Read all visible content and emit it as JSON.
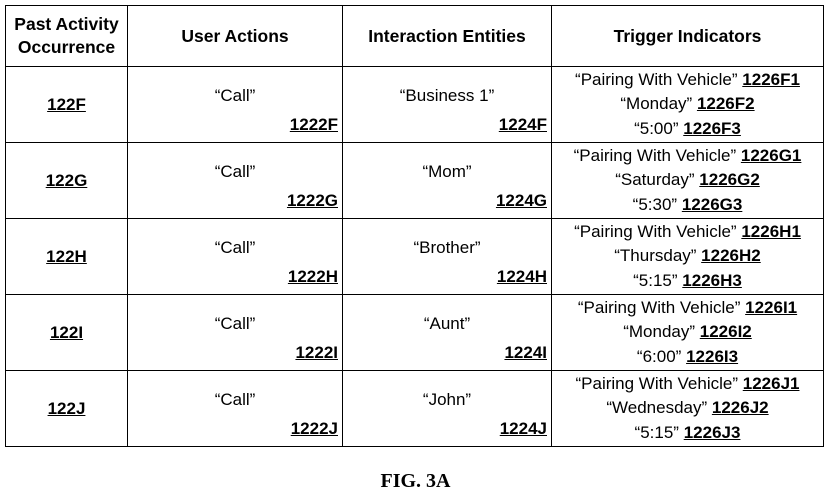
{
  "table": {
    "headers": [
      "Past Activity Occurrence",
      "User Actions",
      "Interaction Entities",
      "Trigger Indicators"
    ],
    "rows": [
      {
        "occurrence": "122F",
        "action": "“Call”",
        "action_ref": "1222F",
        "entity": "“Business 1”",
        "entity_ref": "1224F",
        "triggers": [
          {
            "text": "“Pairing With Vehicle”",
            "ref": "1226F1"
          },
          {
            "text": "“Monday”",
            "ref": "1226F2"
          },
          {
            "text": "“5:00”",
            "ref": "1226F3"
          }
        ]
      },
      {
        "occurrence": "122G",
        "action": "“Call”",
        "action_ref": "1222G",
        "entity": "“Mom”",
        "entity_ref": "1224G",
        "triggers": [
          {
            "text": "“Pairing With Vehicle”",
            "ref": "1226G1"
          },
          {
            "text": "“Saturday”",
            "ref": "1226G2"
          },
          {
            "text": "“5:30”",
            "ref": "1226G3"
          }
        ]
      },
      {
        "occurrence": "122H",
        "action": "“Call”",
        "action_ref": "1222H",
        "entity": "“Brother”",
        "entity_ref": "1224H",
        "triggers": [
          {
            "text": "“Pairing With Vehicle”",
            "ref": "1226H1"
          },
          {
            "text": "“Thursday”",
            "ref": "1226H2"
          },
          {
            "text": "“5:15”",
            "ref": "1226H3"
          }
        ]
      },
      {
        "occurrence": "122I",
        "action": "“Call”",
        "action_ref": "1222I",
        "entity": "“Aunt”",
        "entity_ref": "1224I",
        "triggers": [
          {
            "text": "“Pairing With Vehicle”",
            "ref": "1226I1"
          },
          {
            "text": "“Monday”",
            "ref": "1226I2"
          },
          {
            "text": "“6:00”",
            "ref": "1226I3"
          }
        ]
      },
      {
        "occurrence": "122J",
        "action": "“Call”",
        "action_ref": "1222J",
        "entity": "“John”",
        "entity_ref": "1224J",
        "triggers": [
          {
            "text": "“Pairing With Vehicle”",
            "ref": "1226J1"
          },
          {
            "text": "“Wednesday”",
            "ref": "1226J2"
          },
          {
            "text": "“5:15”",
            "ref": "1226J3"
          }
        ]
      }
    ]
  },
  "caption": "FIG. 3A"
}
